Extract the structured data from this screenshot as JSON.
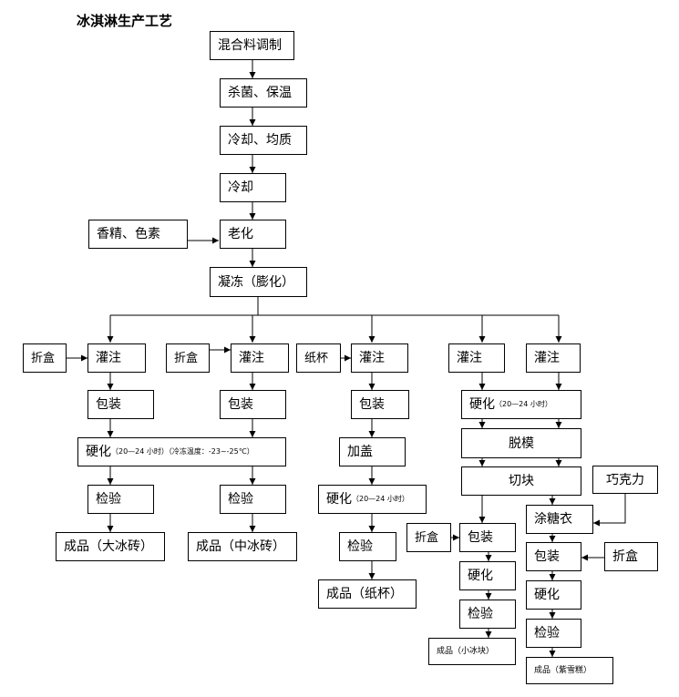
{
  "title": "冰淇淋生产工艺",
  "nodes": {
    "mix": "混合料调制",
    "sterilize": "杀菌、保温",
    "cool_homog": "冷却、均质",
    "cool": "冷却",
    "flavor": "香精、色素",
    "age": "老化",
    "freeze": "凝冻（膨化）",
    "fold1": "折盒",
    "fill1": "灌注",
    "fold2": "折盒",
    "fill2": "灌注",
    "cup": "纸杯",
    "fill3": "灌注",
    "fill4": "灌注",
    "fill5": "灌注",
    "pack1": "包装",
    "pack2": "包装",
    "pack3": "包装",
    "harden_main": "硬化",
    "harden_main_note": "（20—24 小时）（冷冻温度：-23~-25℃）",
    "harden45": "硬化",
    "harden45_note": "（20—24 小时）",
    "demold": "脱模",
    "cut": "切块",
    "chocolate": "巧克力",
    "lid": "加盖",
    "harden3": "硬化",
    "harden3_note": "（20—24 小时）",
    "fold4": "折盒",
    "pack4": "包装",
    "coat": "涂糖衣",
    "pack5": "包装",
    "fold5": "折盒",
    "inspect1": "检验",
    "inspect2": "检验",
    "inspect3": "检验",
    "harden4": "硬化",
    "harden5": "硬化",
    "inspect4": "检验",
    "inspect5": "检验",
    "prod1": "成品（大冰砖）",
    "prod2": "成品（中冰砖）",
    "prod3": "成品（纸杯）",
    "prod4": "成品（小冰块）",
    "prod5": "成品（紫雪糕）"
  }
}
